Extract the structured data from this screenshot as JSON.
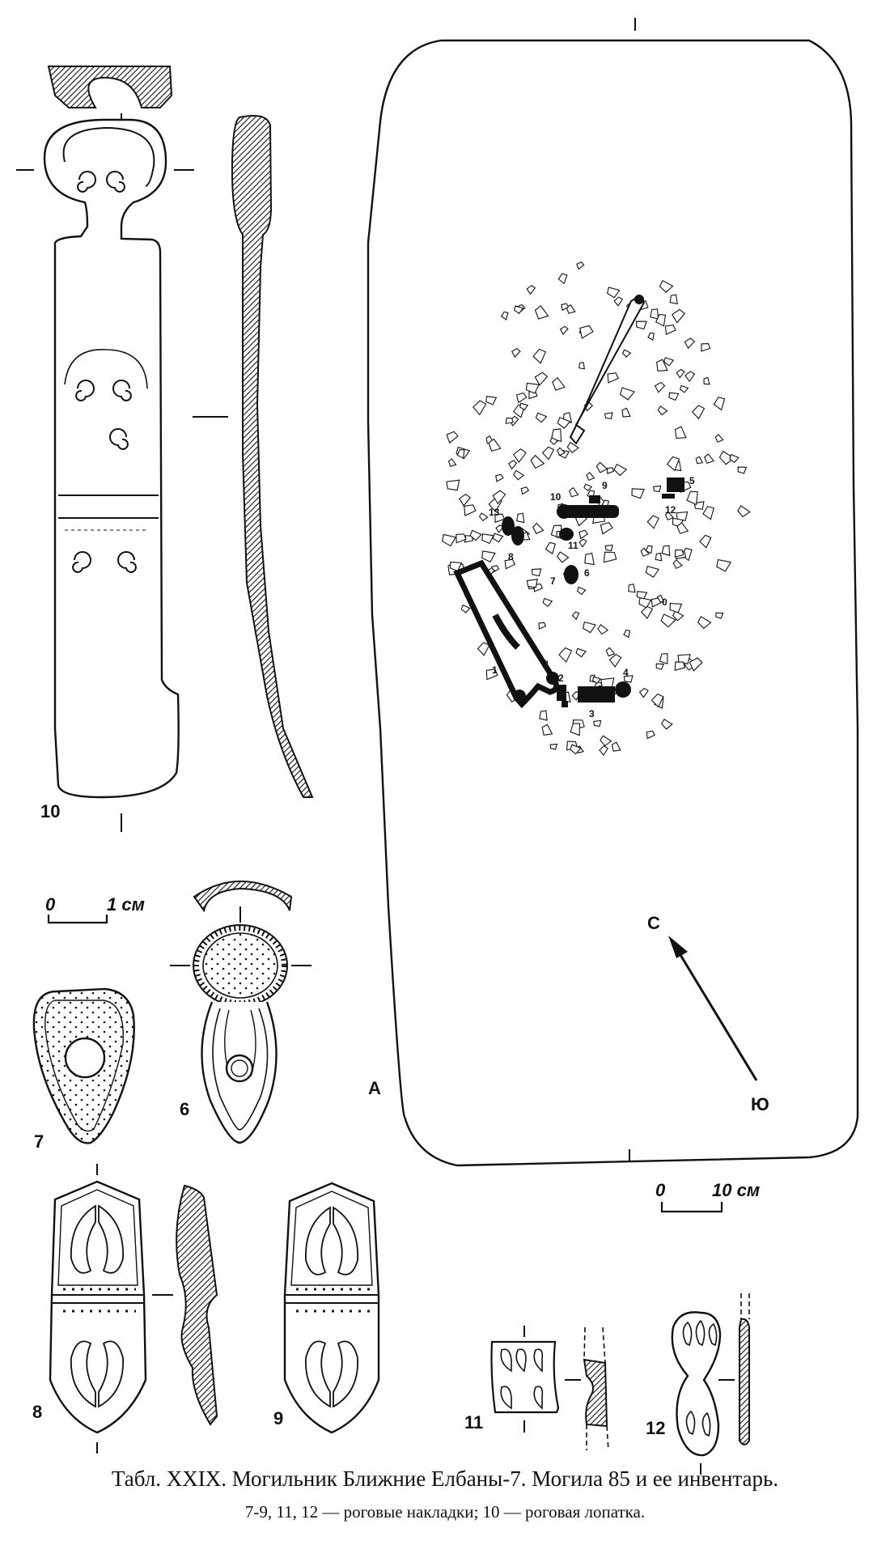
{
  "figure_labels": {
    "fig10": "10",
    "fig6": "6",
    "fig7": "7",
    "fig8": "8",
    "fig9": "9",
    "fig11": "11",
    "fig12": "12",
    "grave": "А"
  },
  "grave_item_labels": [
    "1",
    "2",
    "3",
    "4",
    "5",
    "6",
    "7",
    "8",
    "9",
    "10",
    "11",
    "12",
    "13",
    "0"
  ],
  "scales": {
    "small_zero": "0",
    "small_value": "1 см",
    "large_zero": "0",
    "large_value": "10 см"
  },
  "compass": {
    "north": "С",
    "south": "Ю"
  },
  "caption": {
    "line1": "Табл. XXIX. Могильник Ближние Елбаны-7. Могила 85 и ее инвентарь.",
    "line2": "7-9, 11, 12 — роговые накладки; 10 — роговая лопатка."
  }
}
